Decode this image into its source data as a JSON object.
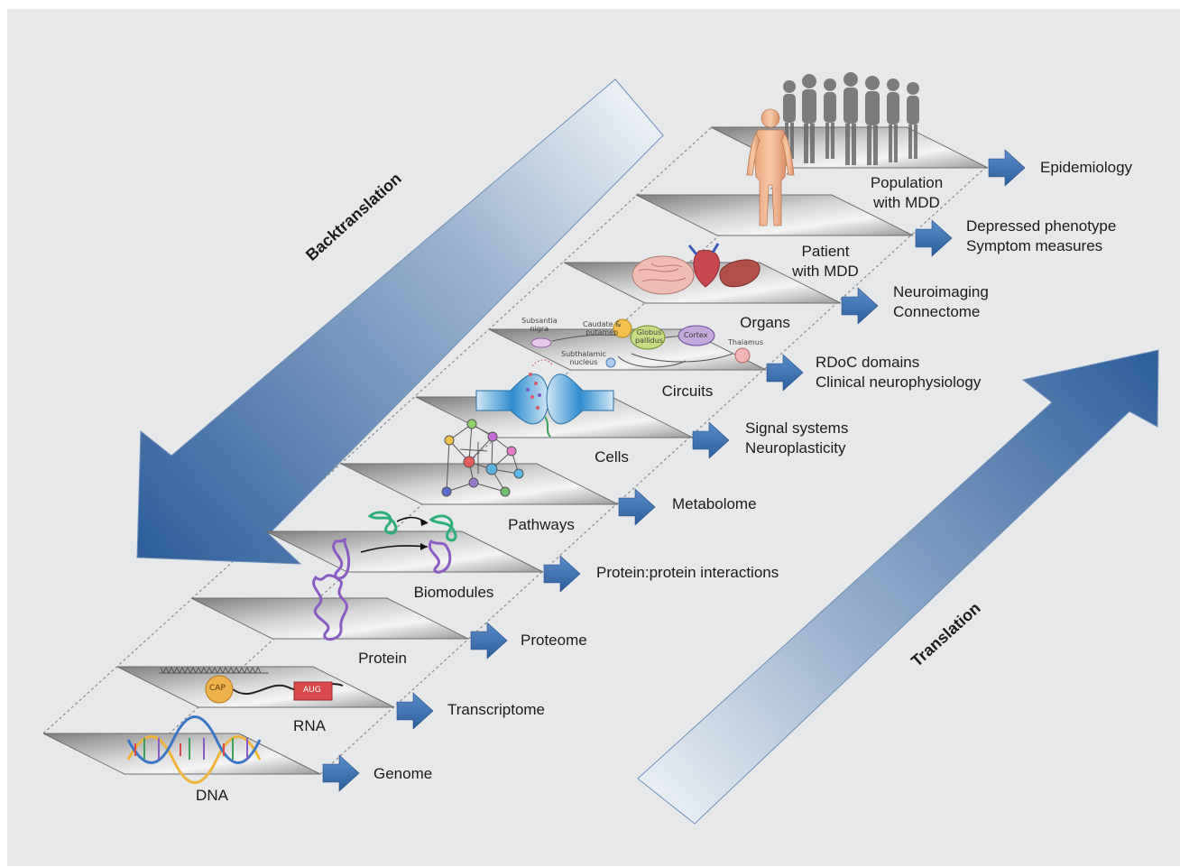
{
  "diagram": {
    "backtranslation_label": "Backtranslation",
    "translation_label": "Translation",
    "levels": [
      {
        "id": "dna",
        "name": "DNA",
        "output": "Genome",
        "icon": "dna-helix-icon"
      },
      {
        "id": "rna",
        "name": "RNA",
        "output": "Transcriptome",
        "icon": "mrna-icon",
        "cap_label": "CAP",
        "aug_label": "AUG"
      },
      {
        "id": "protein",
        "name": "Protein",
        "output": "Proteome",
        "icon": "protein-icon"
      },
      {
        "id": "biomodules",
        "name": "Biomodules",
        "output": "Protein:protein interactions",
        "icon": "protein-complex-icon"
      },
      {
        "id": "pathways",
        "name": "Pathways",
        "output": "Metabolome",
        "icon": "network-icon"
      },
      {
        "id": "cells",
        "name": "Cells",
        "output": "Signal systems\nNeuroplasticity",
        "icon": "synapse-icon"
      },
      {
        "id": "circuits",
        "name": "Circuits",
        "output": "RDoC domains\nClinical neurophysiology",
        "icon": "brain-circuit-icon",
        "circuit_labels": [
          "Subsantia\nnigra",
          "Caudate &\nputamen",
          "Globus\npallidus",
          "Cortex",
          "Thalamus",
          "Subthalamic\nnucleus"
        ]
      },
      {
        "id": "organs",
        "name": "Organs",
        "output": "Neuroimaging\nConnectome",
        "icon": "organs-icon"
      },
      {
        "id": "patient",
        "name": "Patient\nwith MDD",
        "output": "Depressed phenotype\nSymptom measures",
        "icon": "human-body-icon"
      },
      {
        "id": "population",
        "name": "Population\nwith MDD",
        "output": "Epidemiology",
        "icon": "crowd-icon"
      }
    ]
  },
  "colors": {
    "background": "#e6e8ea",
    "plane_light": "#e8e8e8",
    "plane_dark": "#8d8d8d",
    "arrow_blue": "#3e72b0",
    "big_arrow_dark": "#3a6aa3",
    "big_arrow_light": "#dfe6ee"
  }
}
